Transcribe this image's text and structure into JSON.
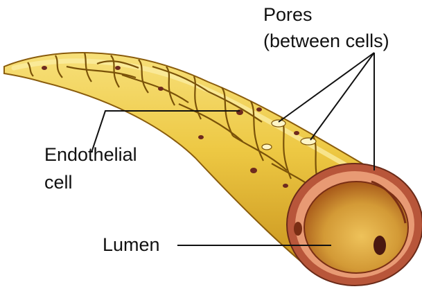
{
  "labels": {
    "pores_line1": "Pores",
    "pores_line2": "(between cells)",
    "endothelial_line1": "Endothelial",
    "endothelial_line2": "cell",
    "lumen": "Lumen"
  },
  "colors": {
    "background": "#ffffff",
    "vessel_light": "#f4dc6a",
    "vessel_mid": "#e3b92e",
    "vessel_dark": "#b27f12",
    "cell_border": "#7a5208",
    "nucleus": "#6e2a1e",
    "wall_outer": "#b8563a",
    "wall_inner": "#e89a74",
    "lumen_light": "#e0b048",
    "lumen_dark": "#a85a1a",
    "label_text": "#111111",
    "leader_line": "#111111"
  }
}
